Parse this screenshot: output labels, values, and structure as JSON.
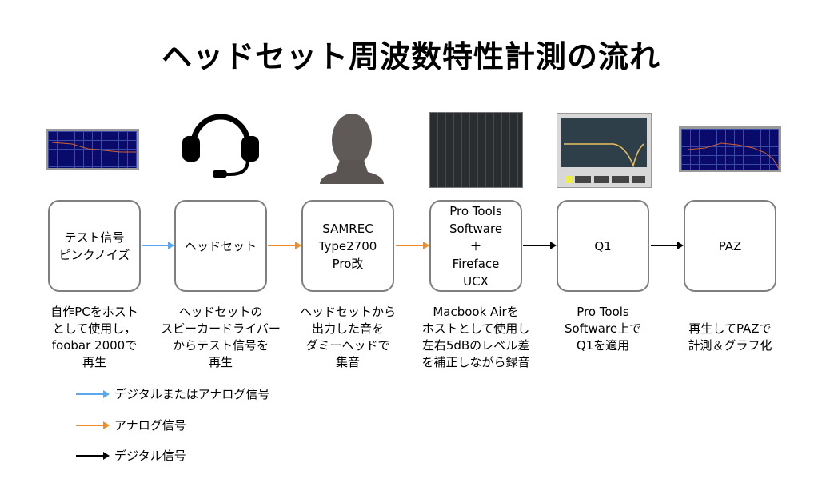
{
  "title": "ヘッドセット周波数特性計測の流れ",
  "steps": [
    {
      "label": "テスト信号\nピンクノイズ",
      "caption": "自作PCをホスト\nとして使用し，\nfoobar 2000で\n再生",
      "image": "frequency-graph"
    },
    {
      "label": "ヘッドセット",
      "caption": "ヘッドセットの\nスピーカードライバー\nからテスト信号を\n再生",
      "image": "headset-icon"
    },
    {
      "label": "SAMREC\nType2700\nPro改",
      "caption": "ヘッドセットから\n出力した音を\nダミーヘッドで\n集音",
      "image": "dummy-head"
    },
    {
      "label": "Pro Tools\nSoftware\n＋\nFireface\nUCX",
      "caption": "Macbook Airを\nホストとして使用し\n左右5dBのレベル差\nを補正しながら録音",
      "image": "mixer-screenshot"
    },
    {
      "label": "Q1",
      "caption": "Pro Tools\nSoftware上で\nQ1を適用",
      "image": "eq-screenshot"
    },
    {
      "label": "PAZ",
      "caption": "再生してPAZで\n計測＆グラフ化",
      "image": "frequency-graph"
    }
  ],
  "arrows": [
    {
      "type": "digital-or-analog",
      "color": "#5aa7f0"
    },
    {
      "type": "analog",
      "color": "#f08c28"
    },
    {
      "type": "analog",
      "color": "#f08c28"
    },
    {
      "type": "digital",
      "color": "#000000"
    },
    {
      "type": "digital",
      "color": "#000000"
    }
  ],
  "legend": [
    {
      "label": "デジタルまたはアナログ信号",
      "color": "#5aa7f0"
    },
    {
      "label": "アナログ信号",
      "color": "#f08c28"
    },
    {
      "label": "デジタル信号",
      "color": "#000000"
    }
  ]
}
